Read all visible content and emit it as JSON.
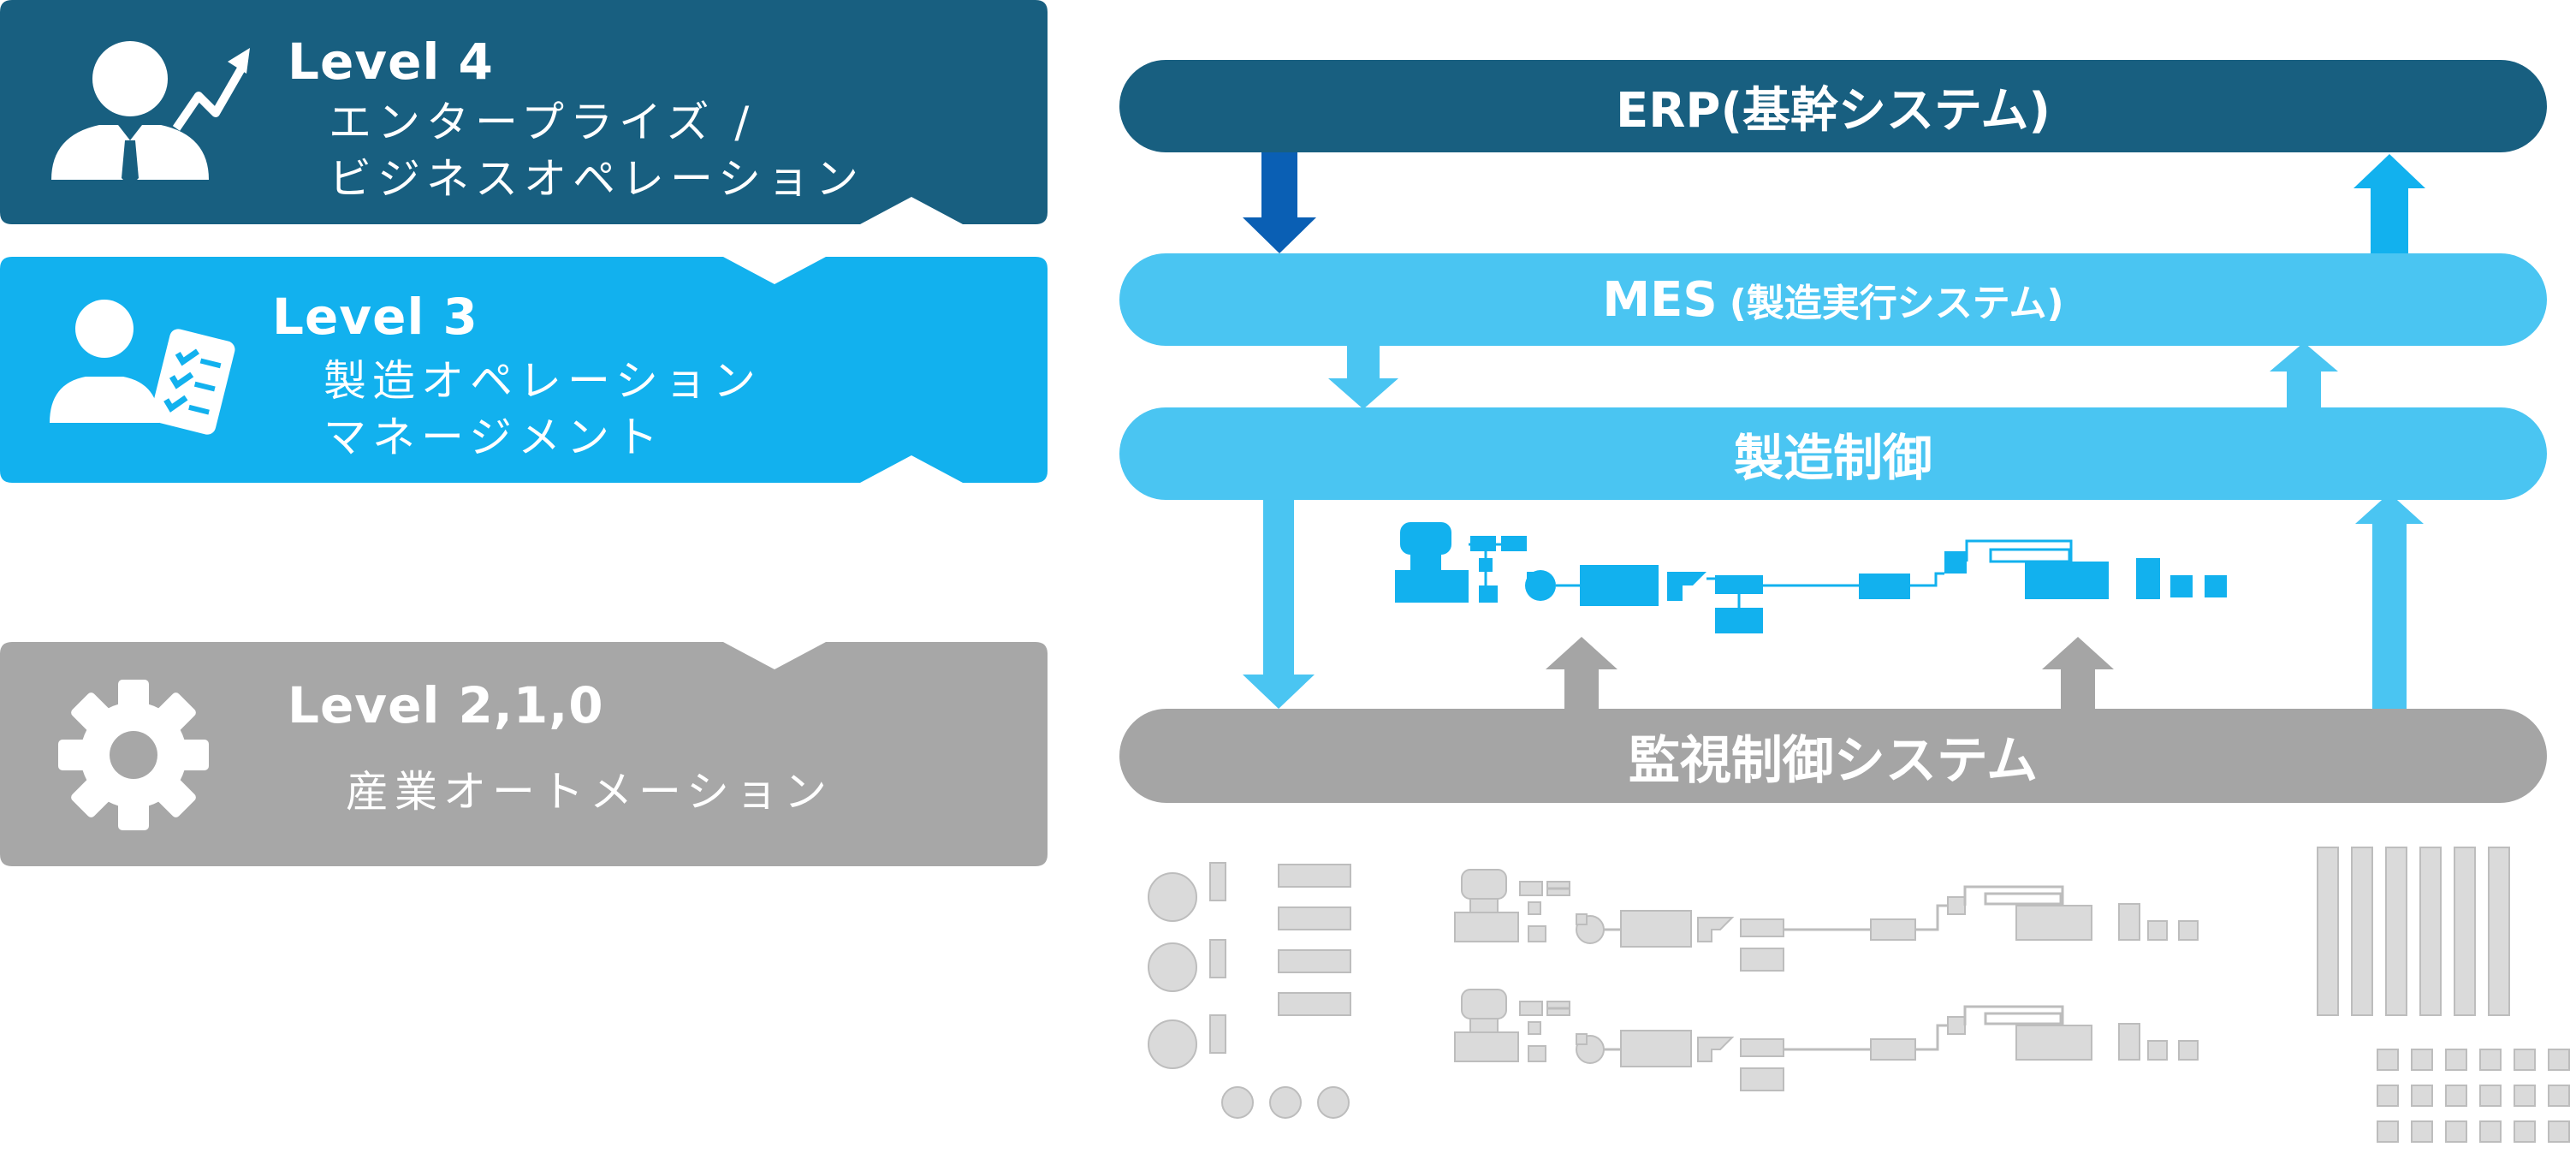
{
  "colors": {
    "level4": "#185f80",
    "level3": "#12b1ee",
    "level210": "#a7a7a7",
    "erp": "#185f80",
    "mes": "#4ac5f2",
    "control": "#4ac5f2",
    "scada": "#a5a5a5",
    "down_arrow_dark": "#0a5fb4",
    "equipment_light": "#dadada"
  },
  "levels": [
    {
      "title": "Level 4",
      "lines": [
        "エンタープライズ /",
        "ビジネスオペレーション"
      ],
      "icon": "businessman-growth-icon"
    },
    {
      "title": "Level 3",
      "lines": [
        "製造オペレーション",
        "マネージメント"
      ],
      "icon": "worker-checklist-icon"
    },
    {
      "title": "Level 2,1,0",
      "lines": [
        "産業オートメーション"
      ],
      "icon": "gear-icon"
    }
  ],
  "systems": {
    "erp": {
      "label": "ERP(基幹システム)"
    },
    "mes": {
      "label": "MES",
      "sub": "(製造実行システム)"
    },
    "control": {
      "label": "製造制御"
    },
    "scada": {
      "label": "監視制御システム"
    }
  },
  "illustrations": [
    "production-line-schematic",
    "production-line-schematic-gray",
    "device-panel-gray",
    "storage-racks-gray"
  ]
}
